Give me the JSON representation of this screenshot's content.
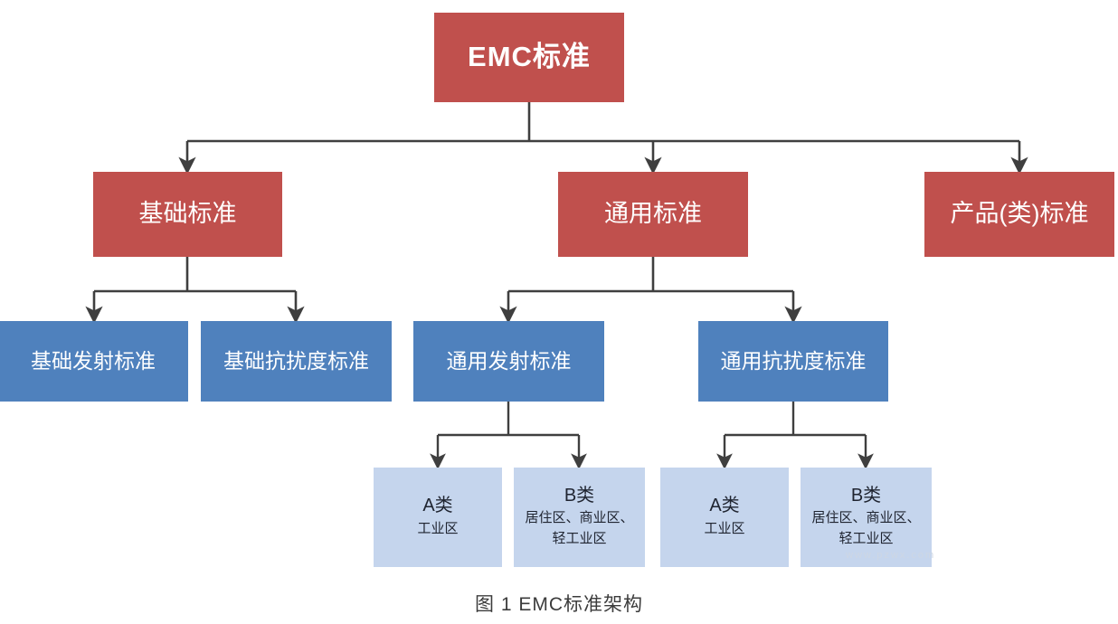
{
  "diagram": {
    "type": "hierarchy-tree",
    "caption": "图 1  EMC标准架构",
    "colors": {
      "level1_fill": "#c0504d",
      "level2_fill": "#c0504d",
      "level3_fill": "#4f81bd",
      "leaf_fill": "#c5d5ed",
      "connector": "#3f3f3f",
      "background": "#ffffff",
      "caption_text": "#3c3c3c"
    },
    "watermark": "www.pzwx.com",
    "root": {
      "label": "EMC标准"
    },
    "level2": [
      {
        "label": "基础标准"
      },
      {
        "label": "通用标准"
      },
      {
        "label": "产品(类)标准"
      }
    ],
    "level3": [
      {
        "label": "基础发射标准",
        "parent": "基础标准"
      },
      {
        "label": "基础抗扰度标准",
        "parent": "基础标准"
      },
      {
        "label": "通用发射标准",
        "parent": "通用标准"
      },
      {
        "label": "通用抗扰度标准",
        "parent": "通用标准"
      }
    ],
    "leaves": [
      {
        "title": "A类",
        "subtitle": "工业区",
        "parent": "通用发射标准"
      },
      {
        "title": "B类",
        "subtitle": "居住区、商业区、轻工业区",
        "parent": "通用发射标准"
      },
      {
        "title": "A类",
        "subtitle": "工业区",
        "parent": "通用抗扰度标准"
      },
      {
        "title": "B类",
        "subtitle": "居住区、商业区、轻工业区",
        "parent": "通用抗扰度标准"
      }
    ]
  }
}
